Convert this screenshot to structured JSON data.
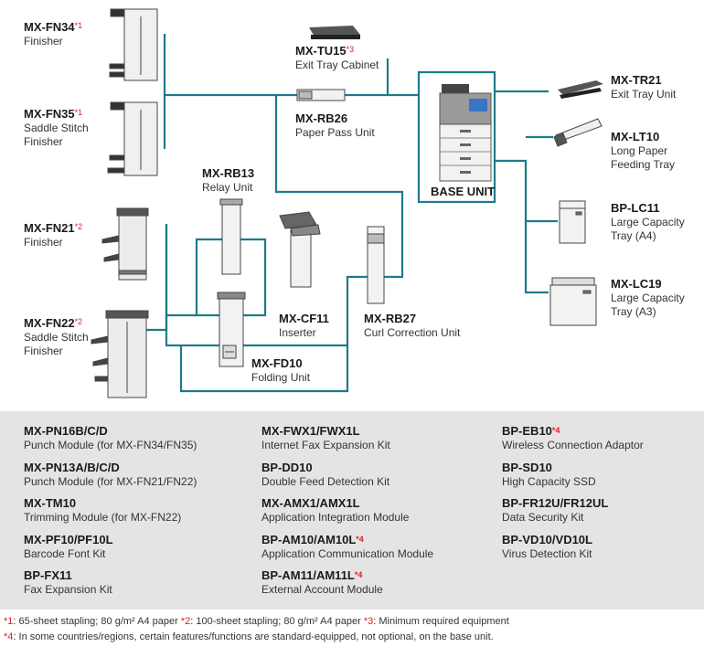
{
  "colors": {
    "connector": "#1d7b8a",
    "options_bg": "#e4e4e4",
    "asterisk": "#d8232a"
  },
  "diagram": {
    "base_unit": {
      "label": "BASE UNIT"
    },
    "nodes": [
      {
        "id": "fn34",
        "code": "MX-FN34",
        "mark": "*1",
        "lines": [
          "Finisher"
        ]
      },
      {
        "id": "fn35",
        "code": "MX-FN35",
        "mark": "*1",
        "lines": [
          "Saddle Stitch",
          "Finisher"
        ]
      },
      {
        "id": "fn21",
        "code": "MX-FN21",
        "mark": "*2",
        "lines": [
          "Finisher"
        ]
      },
      {
        "id": "fn22",
        "code": "MX-FN22",
        "mark": "*2",
        "lines": [
          "Saddle Stitch",
          "Finisher"
        ]
      },
      {
        "id": "tu15",
        "code": "MX-TU15",
        "mark": "*3",
        "lines": [
          "Exit Tray Cabinet"
        ]
      },
      {
        "id": "rb26",
        "code": "MX-RB26",
        "mark": "",
        "lines": [
          "Paper Pass Unit"
        ]
      },
      {
        "id": "rb13",
        "code": "MX-RB13",
        "mark": "",
        "lines": [
          "Relay Unit"
        ]
      },
      {
        "id": "cf11",
        "code": "MX-CF11",
        "mark": "",
        "lines": [
          "Inserter"
        ]
      },
      {
        "id": "rb27",
        "code": "MX-RB27",
        "mark": "",
        "lines": [
          "Curl Correction Unit"
        ]
      },
      {
        "id": "fd10",
        "code": "MX-FD10",
        "mark": "",
        "lines": [
          "Folding Unit"
        ]
      },
      {
        "id": "tr21",
        "code": "MX-TR21",
        "mark": "",
        "lines": [
          "Exit Tray Unit"
        ]
      },
      {
        "id": "lt10",
        "code": "MX-LT10",
        "mark": "",
        "lines": [
          "Long Paper",
          "Feeding Tray"
        ]
      },
      {
        "id": "lc11",
        "code": "BP-LC11",
        "mark": "",
        "lines": [
          "Large Capacity",
          "Tray (A4)"
        ]
      },
      {
        "id": "lc19",
        "code": "MX-LC19",
        "mark": "",
        "lines": [
          "Large Capacity",
          "Tray (A3)"
        ]
      }
    ]
  },
  "options": {
    "columns": [
      [
        {
          "code": "MX-PN16B/C/D",
          "mark": "",
          "desc": "Punch Module (for MX-FN34/FN35)"
        },
        {
          "code": "MX-PN13A/B/C/D",
          "mark": "",
          "desc": "Punch Module (for MX-FN21/FN22)"
        },
        {
          "code": "MX-TM10",
          "mark": "",
          "desc": "Trimming Module (for MX-FN22)"
        },
        {
          "code": "MX-PF10/PF10L",
          "mark": "",
          "desc": "Barcode Font Kit"
        },
        {
          "code": "BP-FX11",
          "mark": "",
          "desc": "Fax Expansion Kit"
        }
      ],
      [
        {
          "code": "MX-FWX1/FWX1L",
          "mark": "",
          "desc": "Internet Fax Expansion Kit"
        },
        {
          "code": "BP-DD10",
          "mark": "",
          "desc": "Double Feed Detection Kit"
        },
        {
          "code": "MX-AMX1/AMX1L",
          "mark": "",
          "desc": "Application Integration Module"
        },
        {
          "code": "BP-AM10/AM10L",
          "mark": "*4",
          "desc": "Application Communication Module"
        },
        {
          "code": "BP-AM11/AM11L",
          "mark": "*4",
          "desc": "External Account Module"
        }
      ],
      [
        {
          "code": "BP-EB10",
          "mark": "*4",
          "desc": "Wireless Connection Adaptor"
        },
        {
          "code": "BP-SD10",
          "mark": "",
          "desc": "High Capacity SSD"
        },
        {
          "code": "BP-FR12U/FR12UL",
          "mark": "",
          "desc": "Data Security Kit"
        },
        {
          "code": "BP-VD10/VD10L",
          "mark": "",
          "desc": "Virus Detection Kit"
        }
      ]
    ]
  },
  "footnotes": {
    "line1": [
      {
        "mark": "*1",
        "text": ": 65-sheet stapling; 80 g/m² A4 paper "
      },
      {
        "mark": "*2",
        "text": ": 100-sheet stapling; 80 g/m² A4 paper "
      },
      {
        "mark": "*3",
        "text": ": Minimum required equipment"
      }
    ],
    "line2": [
      {
        "mark": "*4",
        "text": ": In some countries/regions, certain features/functions are standard-equipped, not optional, on the base unit."
      }
    ]
  }
}
